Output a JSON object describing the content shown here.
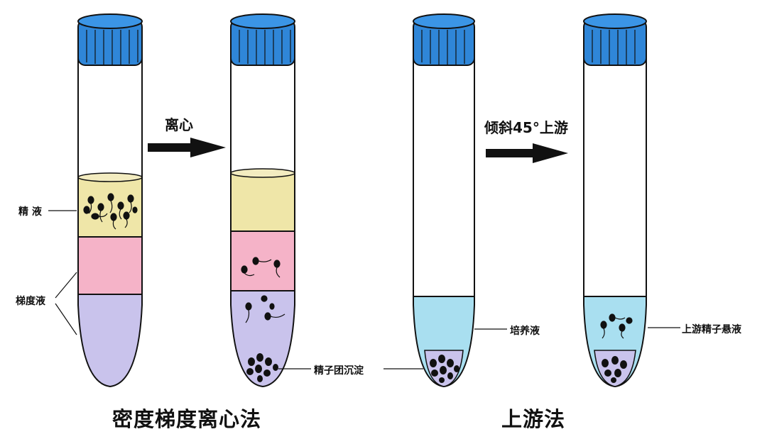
{
  "steps": {
    "centrifuge": "离心",
    "tilt_swim_up": "倾斜45°上游"
  },
  "labels": {
    "semen": "精 液",
    "gradient": "梯度液",
    "pellet": "精子团沉淀",
    "culture_medium": "培养液",
    "swimup_suspension": "上游精子悬液"
  },
  "titles": {
    "density_gradient": "密度梯度离心法",
    "swim_up": "上游法"
  },
  "colors": {
    "cap": "#2f86d8",
    "semen_layer": "#efe6a8",
    "pink_layer": "#f5b3c8",
    "purple_layer": "#c9c3ec",
    "culture_layer": "#a9dff0",
    "sperm": "#111111"
  }
}
